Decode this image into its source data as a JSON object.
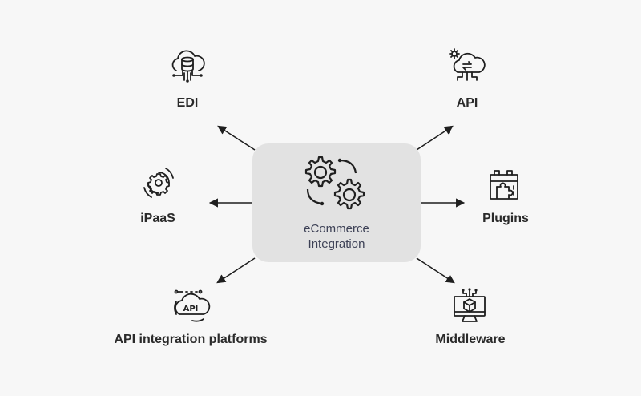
{
  "center": {
    "line1": "eCommerce",
    "line2": "Integration",
    "icon": "gears-icon"
  },
  "nodes": [
    {
      "id": "edi",
      "label": "EDI",
      "icon": "cloud-database-icon"
    },
    {
      "id": "api",
      "label": "API",
      "icon": "cloud-api-gear-icon"
    },
    {
      "id": "ipaas",
      "label": "iPaaS",
      "icon": "cycle-gear-icon"
    },
    {
      "id": "plugins",
      "label": "Plugins",
      "icon": "puzzle-plugin-icon"
    },
    {
      "id": "api-platforms",
      "label": "API integration platforms",
      "icon": "api-cloud-gear-icon"
    },
    {
      "id": "middleware",
      "label": "Middleware",
      "icon": "monitor-cube-icon"
    }
  ],
  "colors": {
    "background": "#f7f7f7",
    "center_box": "#e2e2e2",
    "stroke": "#1f1f1f",
    "center_text": "#3d4156"
  }
}
